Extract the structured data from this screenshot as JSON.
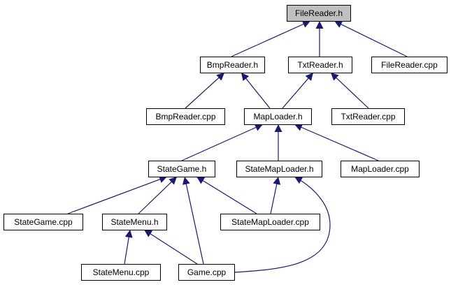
{
  "diagram": {
    "colors": {
      "edge": "#191970",
      "node_fill": "#ffffff",
      "highlight_fill": "#bfbfbf",
      "border": "#000000"
    },
    "nodes": [
      {
        "id": "filereader_h",
        "label": "FileReader.h",
        "highlighted": true
      },
      {
        "id": "bmpreader_h",
        "label": "BmpReader.h"
      },
      {
        "id": "txtreader_h",
        "label": "TxtReader.h"
      },
      {
        "id": "filereader_cpp",
        "label": "FileReader.cpp"
      },
      {
        "id": "bmpreader_cpp",
        "label": "BmpReader.cpp"
      },
      {
        "id": "maploader_h",
        "label": "MapLoader.h"
      },
      {
        "id": "txtreader_cpp",
        "label": "TxtReader.cpp"
      },
      {
        "id": "stategame_h",
        "label": "StateGame.h"
      },
      {
        "id": "statemaploader_h",
        "label": "StateMapLoader.h"
      },
      {
        "id": "maploader_cpp",
        "label": "MapLoader.cpp"
      },
      {
        "id": "stategame_cpp",
        "label": "StateGame.cpp"
      },
      {
        "id": "statemenu_h",
        "label": "StateMenu.h"
      },
      {
        "id": "statemaploader_cpp",
        "label": "StateMapLoader.cpp"
      },
      {
        "id": "statemenu_cpp",
        "label": "StateMenu.cpp"
      },
      {
        "id": "game_cpp",
        "label": "Game.cpp"
      }
    ],
    "edges": [
      {
        "from": "bmpreader_h",
        "to": "filereader_h"
      },
      {
        "from": "txtreader_h",
        "to": "filereader_h"
      },
      {
        "from": "filereader_cpp",
        "to": "filereader_h"
      },
      {
        "from": "bmpreader_cpp",
        "to": "bmpreader_h"
      },
      {
        "from": "maploader_h",
        "to": "bmpreader_h"
      },
      {
        "from": "maploader_h",
        "to": "txtreader_h"
      },
      {
        "from": "txtreader_cpp",
        "to": "txtreader_h"
      },
      {
        "from": "stategame_h",
        "to": "maploader_h"
      },
      {
        "from": "statemaploader_h",
        "to": "maploader_h"
      },
      {
        "from": "maploader_cpp",
        "to": "maploader_h"
      },
      {
        "from": "stategame_cpp",
        "to": "stategame_h"
      },
      {
        "from": "statemenu_h",
        "to": "stategame_h"
      },
      {
        "from": "game_cpp",
        "to": "stategame_h"
      },
      {
        "from": "statemaploader_cpp",
        "to": "stategame_h"
      },
      {
        "from": "statemaploader_cpp",
        "to": "statemaploader_h"
      },
      {
        "from": "game_cpp",
        "to": "statemaploader_h"
      },
      {
        "from": "statemenu_cpp",
        "to": "statemenu_h"
      },
      {
        "from": "game_cpp",
        "to": "statemenu_h"
      }
    ]
  }
}
